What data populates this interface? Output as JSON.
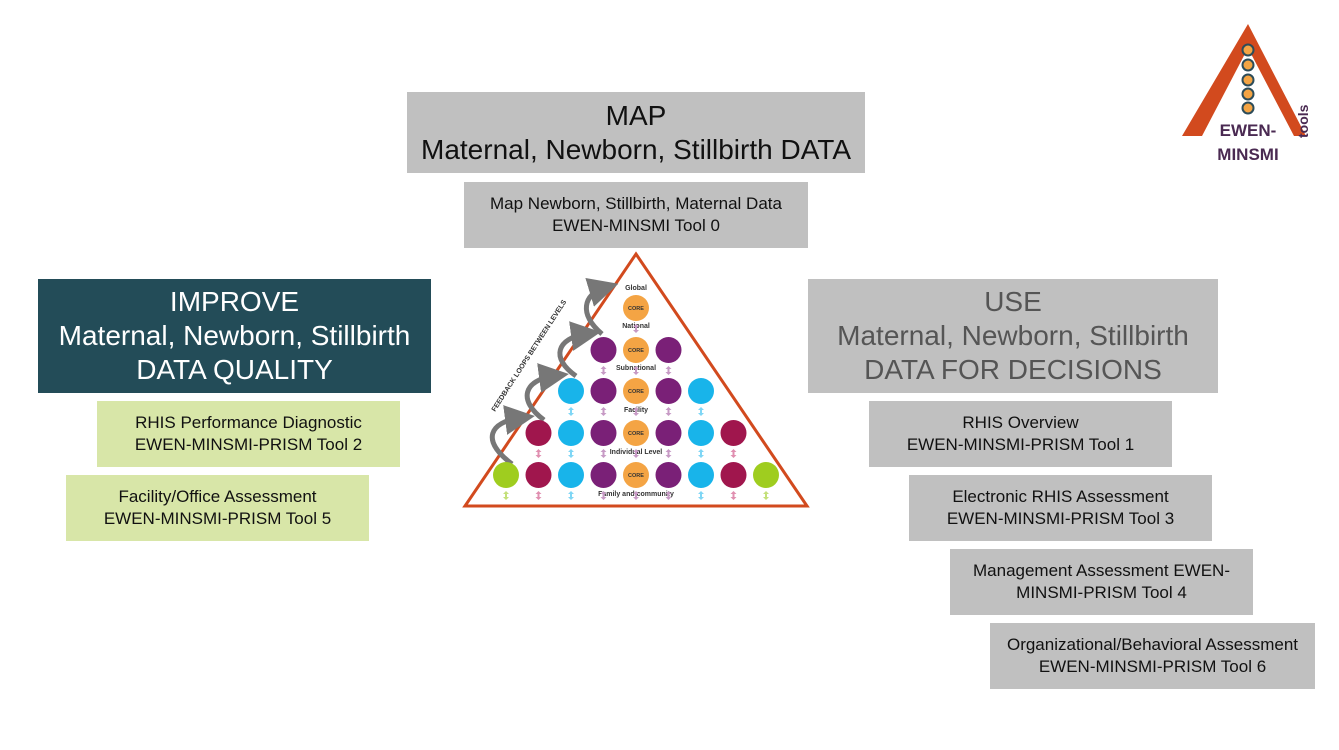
{
  "map": {
    "title": "MAP",
    "subtitle": "Maternal, Newborn, Stillbirth DATA"
  },
  "tool0": {
    "line1": "Map Newborn, Stillbirth, Maternal Data",
    "line2": "EWEN-MINSMI Tool 0"
  },
  "improve": {
    "title": "IMPROVE",
    "line1": "Maternal, Newborn, Stillbirth",
    "line2": "DATA QUALITY"
  },
  "use": {
    "title": "USE",
    "line1": "Maternal, Newborn, Stillbirth",
    "line2": "DATA FOR DECISIONS"
  },
  "improve_tools": [
    {
      "line1": "RHIS Performance Diagnostic",
      "line2": "EWEN-MINSMI-PRISM Tool 2"
    },
    {
      "line1": "Facility/Office Assessment",
      "line2": "EWEN-MINSMI-PRISM Tool 5"
    }
  ],
  "use_tools": [
    {
      "line1": "RHIS Overview",
      "line2": "EWEN-MINSMI-PRISM Tool 1"
    },
    {
      "line1": "Electronic RHIS Assessment",
      "line2": "EWEN-MINSMI-PRISM Tool 3"
    },
    {
      "text": "Management Assessment EWEN-MINSMI-PRISM Tool 4"
    },
    {
      "line1": "Organizational/Behavioral Assessment",
      "line2": "EWEN-MINSMI-PRISM Tool 6"
    }
  ],
  "pyramid": {
    "levels": [
      "Global",
      "National",
      "Subnational",
      "Facility",
      "Individual Level",
      "Family and community"
    ],
    "core_label": "CORE",
    "feedback_label": "FEEDBACK LOOPS BETWEEN LEVELS"
  },
  "logo": {
    "line1": "EWEN-",
    "line2": "MINSMI",
    "side": "tools"
  },
  "colors": {
    "teal": "#234c58",
    "grey": "#c0c0c0",
    "green_box": "#d8e6a8",
    "triangle_outline": "#d24a1e",
    "core": "#f4a444",
    "purple": "#7a2077",
    "cyan": "#18b4ea",
    "crimson": "#a0164d",
    "lime": "#9fcd1f"
  }
}
